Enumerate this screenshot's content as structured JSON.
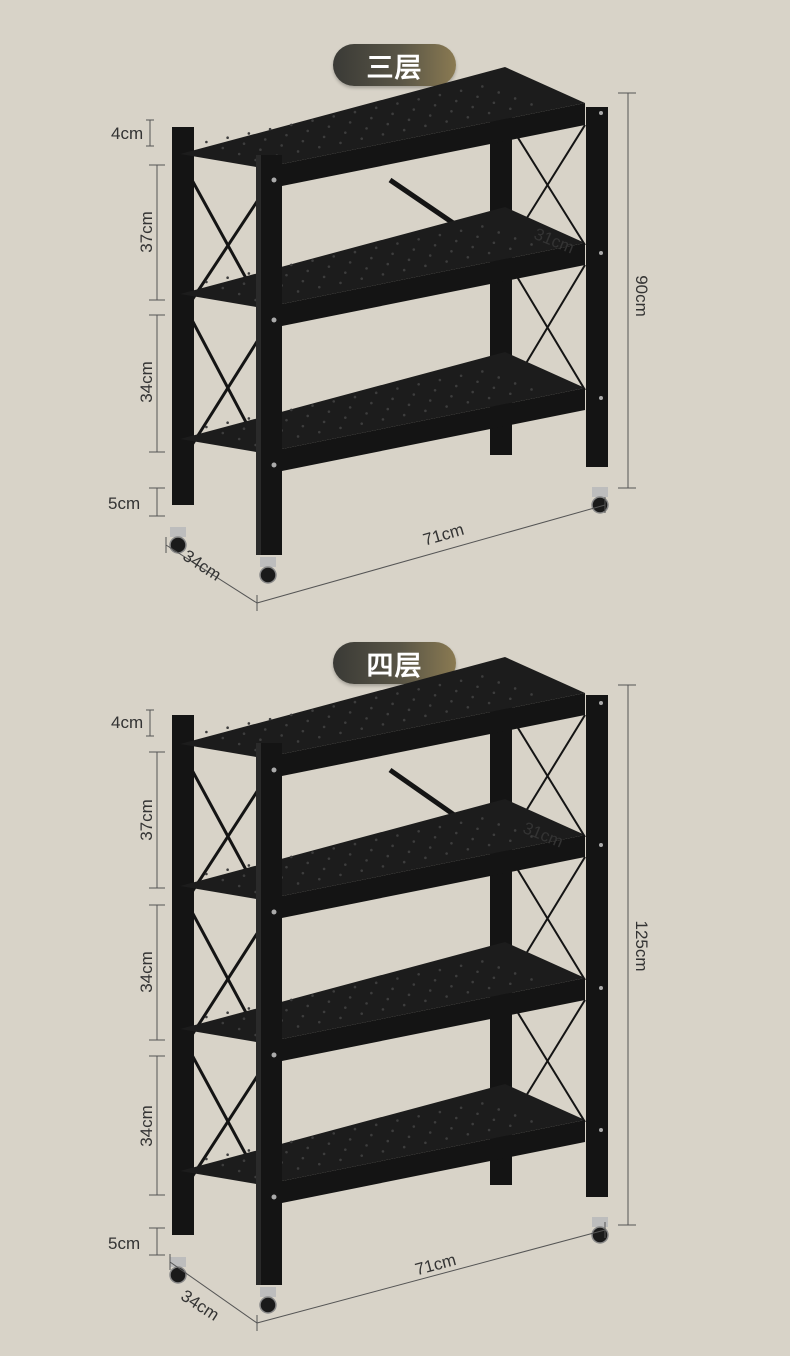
{
  "sections": [
    {
      "title": "三层",
      "dims": {
        "top": "4cm",
        "tiers": [
          "37cm",
          "34cm"
        ],
        "bottom": "5cm",
        "depth": "34cm",
        "width": "71cm",
        "height": "90cm",
        "shelf_depth": "31cm"
      }
    },
    {
      "title": "四层",
      "dims": {
        "top": "4cm",
        "tiers": [
          "37cm",
          "34cm",
          "34cm"
        ],
        "bottom": "5cm",
        "depth": "34cm",
        "width": "71cm",
        "height": "125cm",
        "shelf_depth": "31cm"
      }
    }
  ],
  "colors": {
    "background": "#d8d3c8",
    "rack": "#141414",
    "rack_highlight": "#2a2a2a",
    "pill_start": "#3a3a36",
    "pill_end": "#8a7a52"
  }
}
